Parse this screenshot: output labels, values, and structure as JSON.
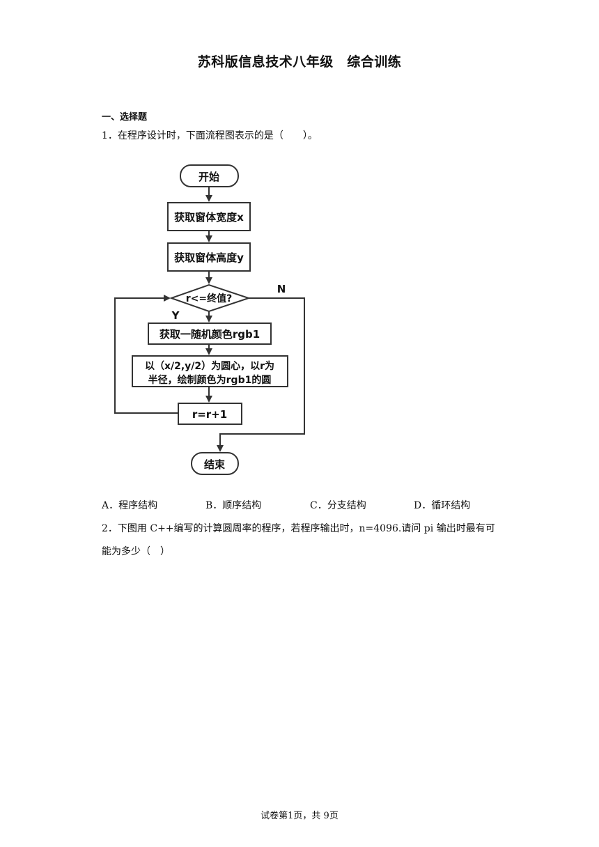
{
  "doc": {
    "title": "苏科版信息技术八年级　综合训练",
    "section": "一、选择题",
    "q1": {
      "text": "1．在程序设计时，下面流程图表示的是（　　）。",
      "options": [
        "A．程序结构",
        "B．顺序结构",
        "C．分支结构",
        "D．循环结构"
      ]
    },
    "q2": {
      "line1": "2．下图用 C++编写的计算圆周率的程序，若程序输出时，n=4096.请问 pi 输出时最有可",
      "line2": "能为多少（　）"
    },
    "footer": "试卷第1页，共 9页"
  },
  "flowchart": {
    "start": "开始",
    "step1": "获取窗体宽度x",
    "step2": "获取窗体高度y",
    "decision": "r<=终值?",
    "yes": "Y",
    "no": "N",
    "step3": "获取一随机颜色rgb1",
    "step4_line1": "以（x/2,y/2）为圆心，以r为",
    "step4_line2": "半径，绘制颜色为rgb1的圆",
    "step5": "r=r+1",
    "end": "结束"
  }
}
